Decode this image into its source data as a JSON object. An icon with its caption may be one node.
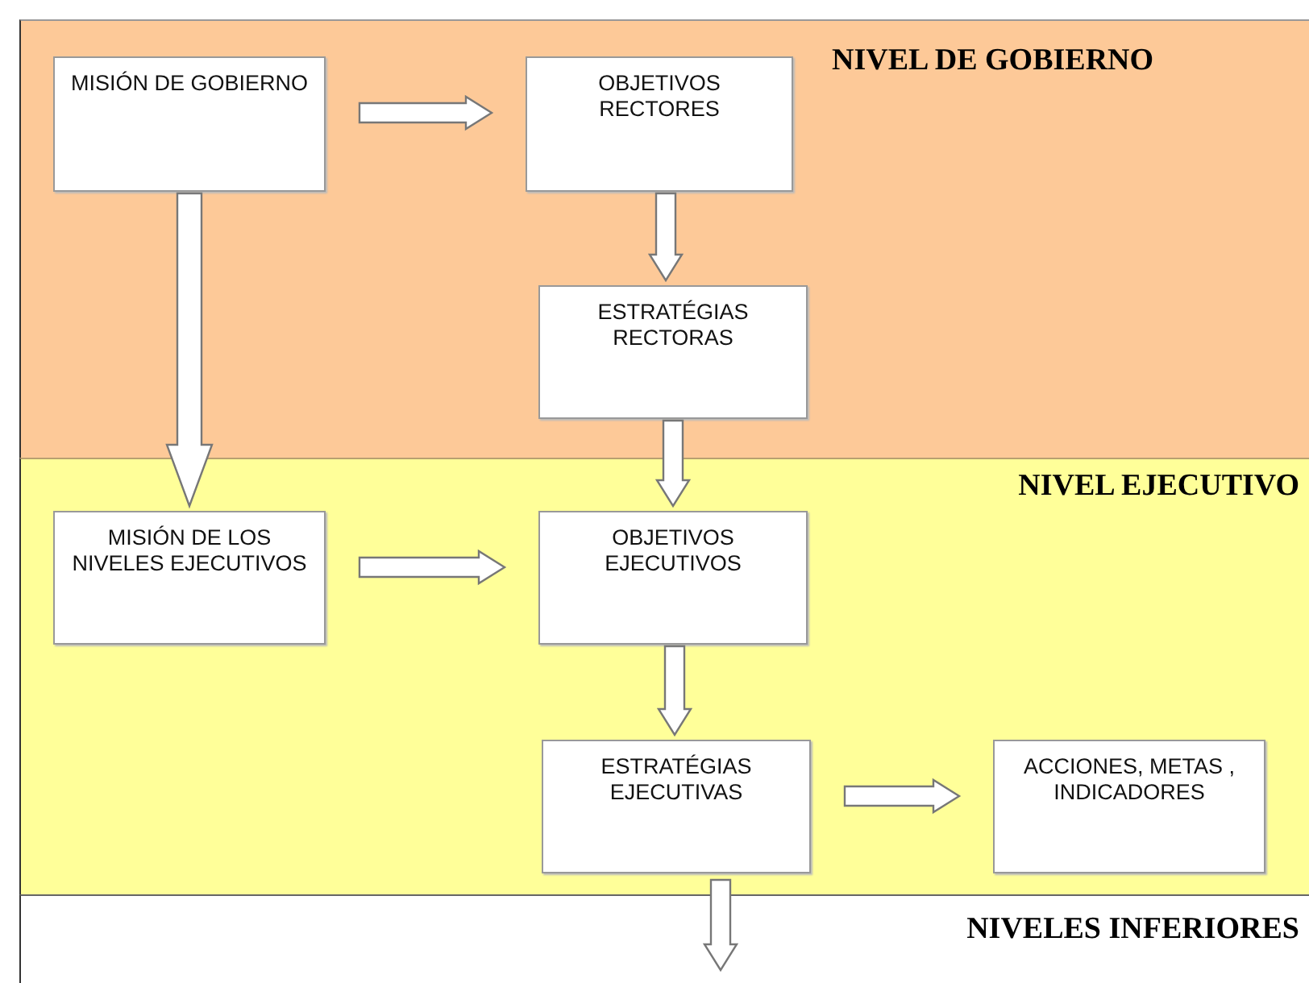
{
  "diagram": {
    "nodes": [
      {
        "text": [
          "NIVEL DE GOBIERNO"
        ]
      },
      {
        "text": [
          "MISIÓN DE GOBIERNO"
        ],
        "in": 0
      },
      {
        "text": [
          "OBJETIVOS RECTORES"
        ],
        "in": 0
      },
      {
        "text": [
          "ESTRATÉGIAS RECTORAS"
        ],
        "in": 0
      },
      {
        "text": [
          "NIVEL EJECUTIVO"
        ]
      },
      {
        "text": [
          "MISIÓN DE LOS NIVELES EJECUTIVOS"
        ],
        "in": 4
      },
      {
        "text": [
          "OBJETIVOS EJECUTIVOS"
        ],
        "in": 4
      },
      {
        "text": [
          "ESTRATÉGIAS EJECUTIVAS"
        ],
        "in": 4
      },
      {
        "text": [
          "ACCIONES, METAS , INDICADORES"
        ],
        "in": 4
      },
      {
        "text": [
          "NIVELES INFERIORES"
        ]
      }
    ],
    "edges": [
      {
        "from": 1,
        "to": 2,
        "arrow": "to"
      },
      {
        "from": 1,
        "to": 5,
        "arrow": "to"
      },
      {
        "from": 2,
        "to": 3,
        "arrow": "to"
      },
      {
        "from": 3,
        "to": 6,
        "arrow": "to"
      },
      {
        "from": 5,
        "to": 6,
        "arrow": "to"
      },
      {
        "from": 6,
        "to": 7,
        "arrow": "to"
      },
      {
        "from": 7,
        "to": 8,
        "arrow": "to"
      },
      {
        "from": 7,
        "to": null,
        "arrow": "to"
      }
    ]
  }
}
